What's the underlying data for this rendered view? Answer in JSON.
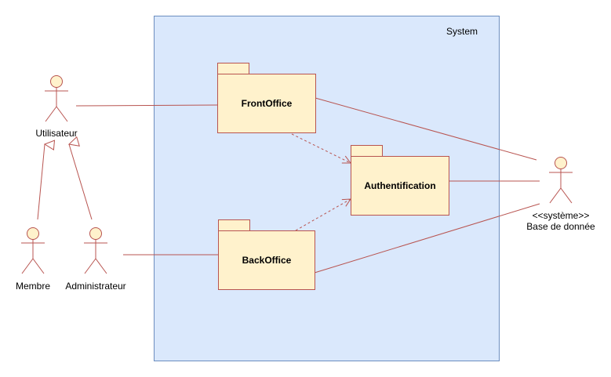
{
  "colors": {
    "system_fill": "#dae8fc",
    "system_stroke": "#6c8ebf",
    "package_fill": "#fff2cc",
    "line": "#b85450"
  },
  "system": {
    "label": "System"
  },
  "packages": {
    "frontoffice": "FrontOffice",
    "authentification": "Authentification",
    "backoffice": "BackOffice"
  },
  "actors": {
    "utilisateur": "Utilisateur",
    "membre": "Membre",
    "administrateur": "Administrateur",
    "database_stereotype": "<<système>>",
    "database_name": "Base de donnée"
  }
}
